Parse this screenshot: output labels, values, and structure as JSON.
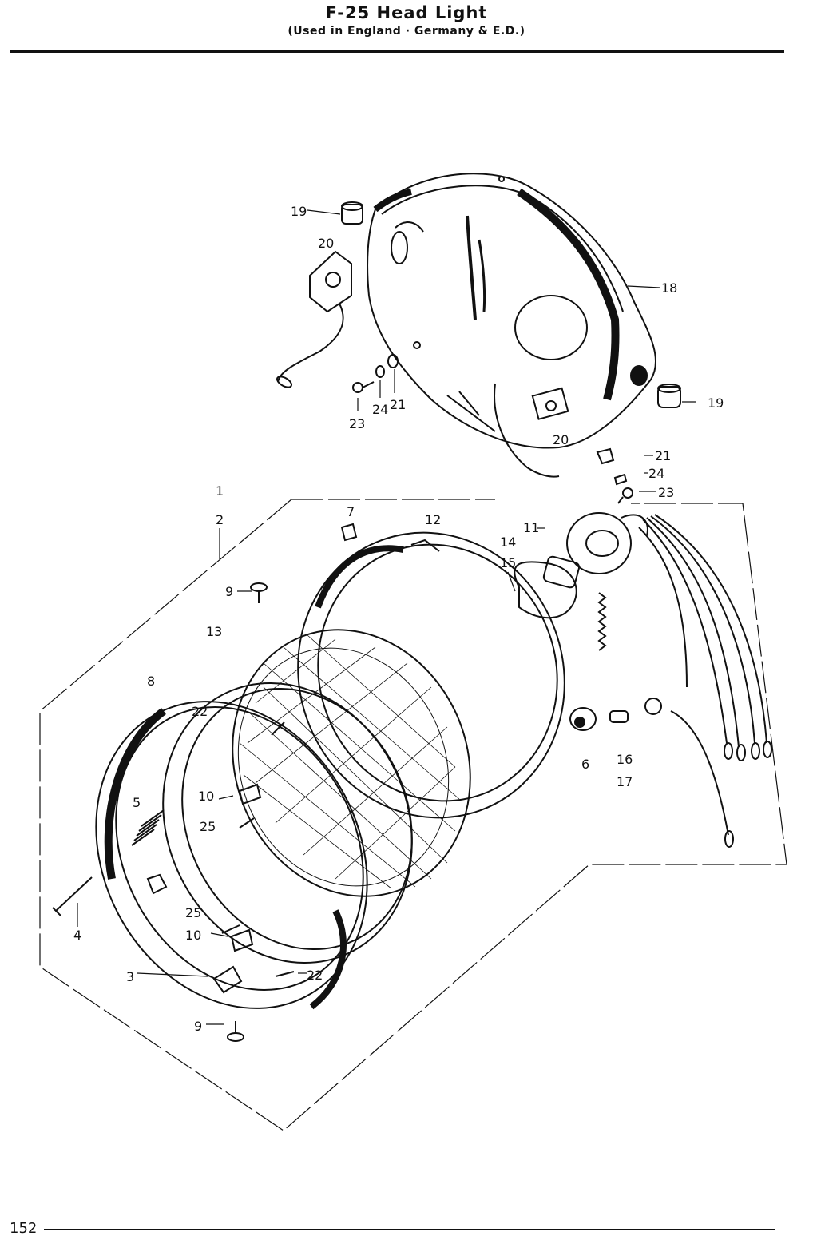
{
  "header": {
    "title": "F-25   Head Light",
    "subtitle": "(Used in England · Germany & E.D.)"
  },
  "footer": {
    "page_number": "152"
  },
  "callouts": [
    {
      "id": "c19a",
      "text": "19"
    },
    {
      "id": "c20a",
      "text": "20"
    },
    {
      "id": "c18",
      "text": "18"
    },
    {
      "id": "c23a",
      "text": "23"
    },
    {
      "id": "c24a",
      "text": "24"
    },
    {
      "id": "c21a",
      "text": "21"
    },
    {
      "id": "c19b",
      "text": "19"
    },
    {
      "id": "c20b",
      "text": "20"
    },
    {
      "id": "c21b",
      "text": "21"
    },
    {
      "id": "c24b",
      "text": "24"
    },
    {
      "id": "c23b",
      "text": "23"
    },
    {
      "id": "c1",
      "text": "1"
    },
    {
      "id": "c2",
      "text": "2"
    },
    {
      "id": "c7",
      "text": "7"
    },
    {
      "id": "c12",
      "text": "12"
    },
    {
      "id": "c11",
      "text": "11"
    },
    {
      "id": "c14",
      "text": "14"
    },
    {
      "id": "c15",
      "text": "15"
    },
    {
      "id": "c9a",
      "text": "9"
    },
    {
      "id": "c13",
      "text": "13"
    },
    {
      "id": "c8",
      "text": "8"
    },
    {
      "id": "c22a",
      "text": "22"
    },
    {
      "id": "c5",
      "text": "5"
    },
    {
      "id": "c10a",
      "text": "10"
    },
    {
      "id": "c25a",
      "text": "25"
    },
    {
      "id": "c6",
      "text": "6"
    },
    {
      "id": "c16",
      "text": "16"
    },
    {
      "id": "c17",
      "text": "17"
    },
    {
      "id": "c4",
      "text": "4"
    },
    {
      "id": "c25b",
      "text": "25"
    },
    {
      "id": "c10b",
      "text": "10"
    },
    {
      "id": "c3",
      "text": "3"
    },
    {
      "id": "c22b",
      "text": "22"
    },
    {
      "id": "c9b",
      "text": "9"
    }
  ]
}
